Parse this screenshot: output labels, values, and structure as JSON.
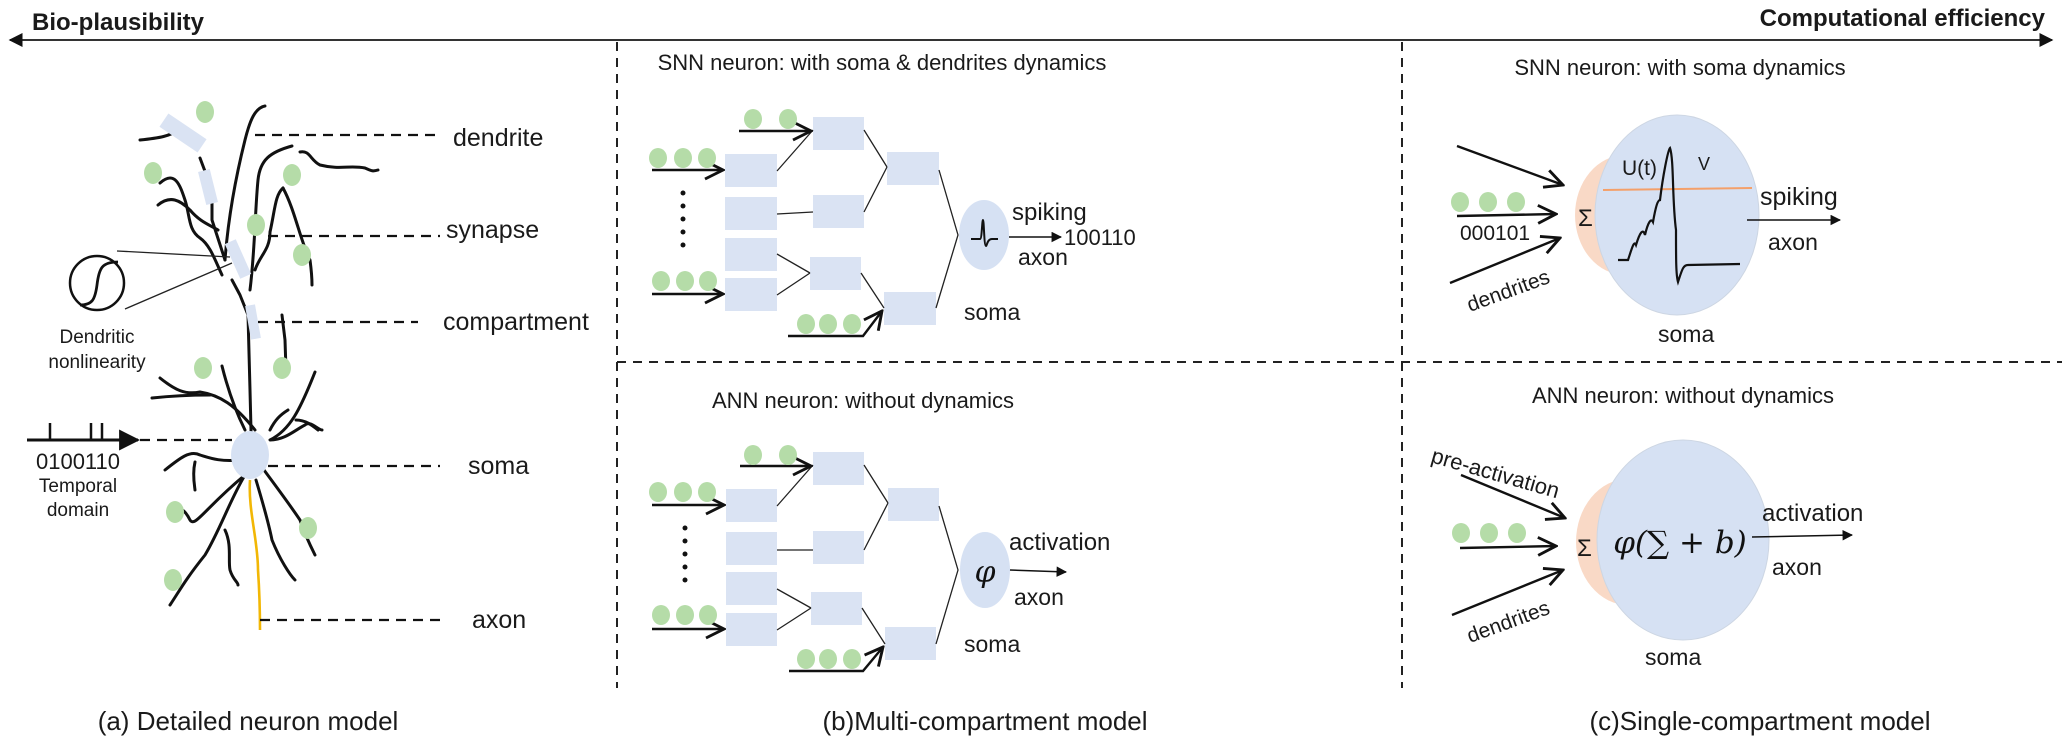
{
  "axis": {
    "left_label": "Bio-plausibility",
    "right_label": "Computational efficiency"
  },
  "colors": {
    "compartment": "#dae3f3",
    "synapse": "#b5dca8",
    "soma": "#d6e1f3",
    "summation": "#f9d9c6",
    "axon_detailed": "#f2b705",
    "threshold_line": "#f4a06a"
  },
  "panel_a": {
    "caption": "(a) Detailed neuron model",
    "labels": {
      "dendrite": "dendrite",
      "synapse": "synapse",
      "compartment": "compartment",
      "soma": "soma",
      "axon": "axon"
    },
    "nonlinearity_label_line1": "Dendritic",
    "nonlinearity_label_line2": "nonlinearity",
    "spike_train": "0100110",
    "temporal_line1": "Temporal",
    "temporal_line2": "domain"
  },
  "panel_b": {
    "caption": "(b)Multi-compartment model",
    "snn": {
      "title": "SNN neuron: with soma & dendrites dynamics",
      "output_label": "spiking",
      "axon_label": "axon",
      "output_value": "100110",
      "soma_label": "soma"
    },
    "ann": {
      "title": "ANN neuron: without dynamics",
      "soma_symbol": "φ",
      "output_label": "activation",
      "axon_label": "axon",
      "soma_label": "soma"
    }
  },
  "panel_c": {
    "caption": "(c)Single-compartment model",
    "snn": {
      "title": "SNN neuron: with soma dynamics",
      "input_value": "000101",
      "dendrites_label": "dendrites",
      "sum_symbol": "Σ",
      "potential_label": "U(t)",
      "threshold_label": "V",
      "output_label": "spiking",
      "axon_label": "axon",
      "soma_label": "soma"
    },
    "ann": {
      "title": "ANN neuron: without dynamics",
      "preactivation_label": "pre-activation",
      "dendrites_label": "dendrites",
      "sum_symbol": "Σ",
      "formula": "φ(∑ + b)",
      "output_label": "activation",
      "axon_label": "axon",
      "soma_label": "soma"
    }
  }
}
